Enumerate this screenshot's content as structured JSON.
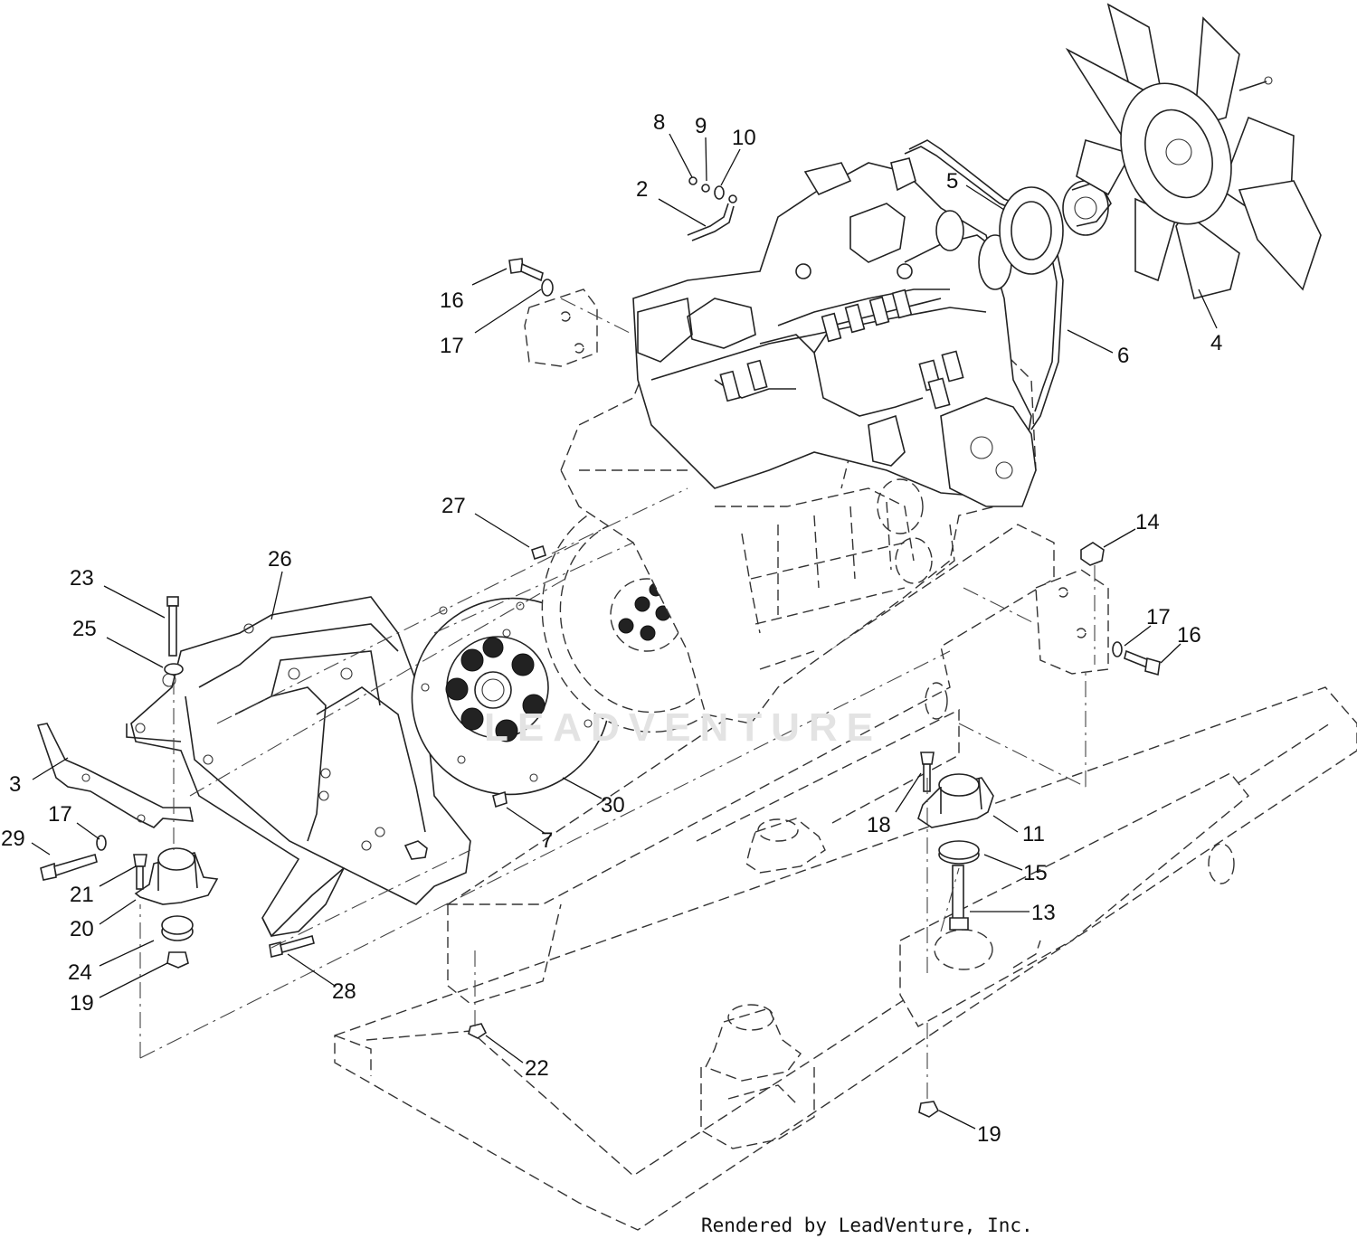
{
  "diagram": {
    "callouts": [
      {
        "id": "c8",
        "label": "8"
      },
      {
        "id": "c9",
        "label": "9"
      },
      {
        "id": "c10",
        "label": "10"
      },
      {
        "id": "c2",
        "label": "2"
      },
      {
        "id": "c5",
        "label": "5"
      },
      {
        "id": "c16a",
        "label": "16"
      },
      {
        "id": "c17a",
        "label": "17"
      },
      {
        "id": "c6",
        "label": "6"
      },
      {
        "id": "c4",
        "label": "4"
      },
      {
        "id": "c27",
        "label": "27"
      },
      {
        "id": "c14",
        "label": "14"
      },
      {
        "id": "c23",
        "label": "23"
      },
      {
        "id": "c26",
        "label": "26"
      },
      {
        "id": "c17b",
        "label": "17"
      },
      {
        "id": "c16b",
        "label": "16"
      },
      {
        "id": "c25",
        "label": "25"
      },
      {
        "id": "c3",
        "label": "3"
      },
      {
        "id": "c30",
        "label": "30"
      },
      {
        "id": "c17c",
        "label": "17"
      },
      {
        "id": "c18",
        "label": "18"
      },
      {
        "id": "c11",
        "label": "11"
      },
      {
        "id": "c29",
        "label": "29"
      },
      {
        "id": "c7",
        "label": "7"
      },
      {
        "id": "c15",
        "label": "15"
      },
      {
        "id": "c21",
        "label": "21"
      },
      {
        "id": "c13",
        "label": "13"
      },
      {
        "id": "c20",
        "label": "20"
      },
      {
        "id": "c24",
        "label": "24"
      },
      {
        "id": "c28",
        "label": "28"
      },
      {
        "id": "c19a",
        "label": "19"
      },
      {
        "id": "c22",
        "label": "22"
      },
      {
        "id": "c19b",
        "label": "19"
      }
    ]
  },
  "watermark": "LEADVENTURE",
  "credit": "Rendered by LeadVenture, Inc."
}
